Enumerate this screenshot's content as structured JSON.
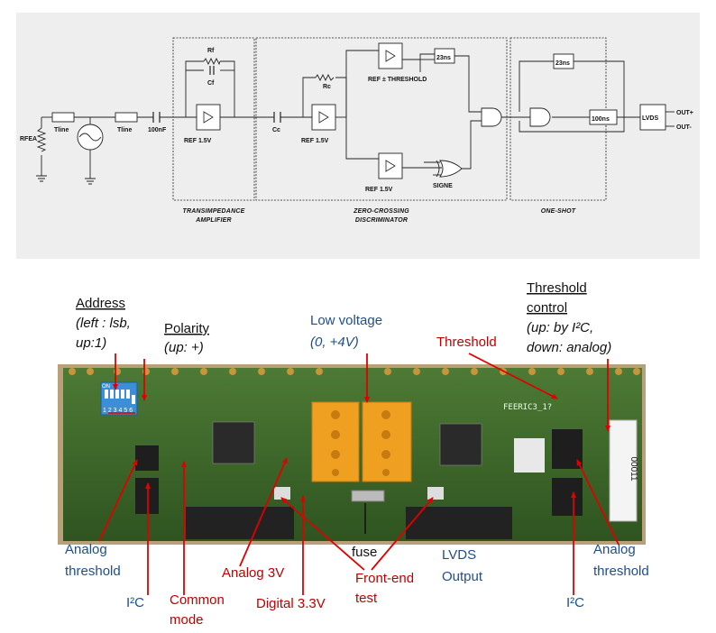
{
  "schematic": {
    "components": {
      "rfea": "RFEA",
      "tline1": "Tline",
      "tline2": "Tline",
      "cap_100nf": "100nF",
      "rf": "Rf",
      "cf": "Cf",
      "ref1": "REF 1.5V",
      "cc": "Cc",
      "rc": "Rc",
      "ref2": "REF 1.5V",
      "ref_threshold": "REF ± THRESHOLD",
      "ref3": "REF 1.5V",
      "delay_23ns_a": "23ns",
      "signe": "SIGNE",
      "delay_23ns_b": "23ns",
      "delay_100ns": "100ns",
      "lvds": "LVDS",
      "out_plus": "OUT+",
      "out_minus": "OUT-"
    },
    "sections": {
      "transimpedance": [
        "TRANSIMPEDANCE",
        "AMPLIFIER"
      ],
      "zero_crossing": [
        "ZERO-CROSSING",
        "DISCRIMINATOR"
      ],
      "one_shot": "ONE-SHOT"
    }
  },
  "photo": {
    "silkscreen": {
      "board_name": "FEERIC3_1?",
      "dip_numbers": "1 2 3 4 5 6",
      "dip_on": "ON",
      "serial": "00011"
    },
    "callouts": {
      "address": {
        "title": "Address",
        "detail_1": "(left : lsb,",
        "detail_2": "up:1)"
      },
      "polarity": {
        "title": "Polarity",
        "detail": "(up: +)"
      },
      "low_voltage": {
        "title": "Low voltage",
        "detail": "(0, +4V)"
      },
      "threshold": "Threshold",
      "threshold_control": {
        "title_1": "Threshold",
        "title_2": "control",
        "detail_1": "(up: by I²C,",
        "detail_2": "down: analog)"
      },
      "analog_threshold_left": [
        "Analog",
        "threshold"
      ],
      "i2c_left": "I²C",
      "common_mode": [
        "Common",
        "mode"
      ],
      "analog_3v": "Analog 3V",
      "digital_3v3": "Digital 3.3V",
      "fuse": "fuse",
      "front_end_test": [
        "Front-end",
        "test"
      ],
      "lvds_output": [
        "LVDS",
        "Output"
      ],
      "i2c_right": "I²C",
      "analog_threshold_right": [
        "Analog",
        "threshold"
      ]
    }
  },
  "colors": {
    "schematic_bg": "#eeeeee",
    "pcb_green": "#3f6b2a",
    "connector_orange": "#f0a020",
    "dip_blue": "#3c8fd6",
    "callout_red": "#c00000",
    "callout_blue": "#1f4e8c"
  }
}
